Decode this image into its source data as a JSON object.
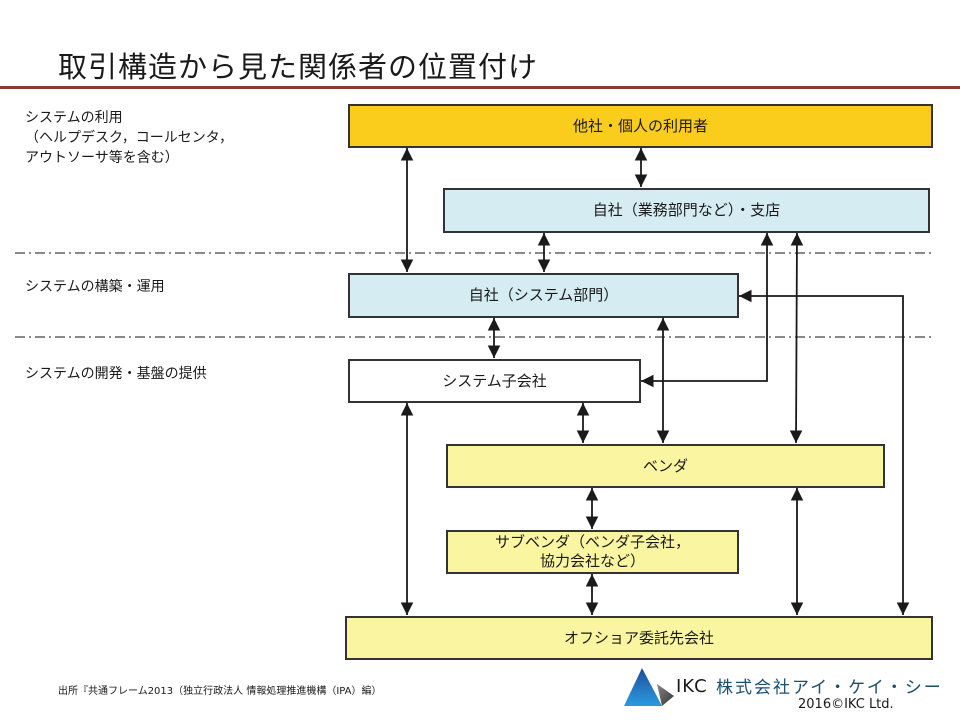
{
  "slide": {
    "title": "取引構造から見た関係者の位置付け",
    "colors": {
      "title_rule": "#8E3A33",
      "gold": "#FACC1C",
      "light_blue": "#D4ECF2",
      "white": "#FFFFFF",
      "light_yellow": "#FAF5A0",
      "line": "#1a1a1a"
    }
  },
  "layers": [
    {
      "id": "use",
      "lines": [
        "システムの利用",
        "（ヘルプデスク，コールセンタ，",
        "アウトソーサ等を含む）"
      ]
    },
    {
      "id": "build",
      "lines": [
        "システムの構築・運用"
      ]
    },
    {
      "id": "develop",
      "lines": [
        "システムの開発・基盤の提供"
      ]
    }
  ],
  "nodes": [
    {
      "id": "users",
      "lines": [
        "他社・個人の利用者"
      ],
      "fill": "gold"
    },
    {
      "id": "business",
      "lines": [
        "自社（業務部門など）・支店"
      ],
      "fill": "light_blue"
    },
    {
      "id": "sysdept",
      "lines": [
        "自社（システム部門）"
      ],
      "fill": "light_blue"
    },
    {
      "id": "subsidiary",
      "lines": [
        "システム子会社"
      ],
      "fill": "white"
    },
    {
      "id": "vendor",
      "lines": [
        "ベンダ"
      ],
      "fill": "light_yellow"
    },
    {
      "id": "subvendor",
      "lines": [
        "サブベンダ（ベンダ子会社，",
        "協力会社など）"
      ],
      "fill": "light_yellow"
    },
    {
      "id": "offshore",
      "lines": [
        "オフショア委託先会社"
      ],
      "fill": "light_yellow"
    }
  ],
  "edges": [
    {
      "from": "users",
      "to": "sysdept",
      "direction": "both"
    },
    {
      "from": "users",
      "to": "business",
      "direction": "both"
    },
    {
      "from": "business",
      "to": "sysdept",
      "direction": "both"
    },
    {
      "from": "sysdept",
      "to": "subsidiary",
      "direction": "both"
    },
    {
      "from": "subsidiary",
      "to": "business",
      "direction": "both"
    },
    {
      "from": "business",
      "to": "vendor",
      "direction": "both"
    },
    {
      "from": "sysdept",
      "to": "vendor",
      "direction": "both"
    },
    {
      "from": "sysdept",
      "to": "offshore",
      "direction": "both"
    },
    {
      "from": "subsidiary",
      "to": "offshore",
      "direction": "both"
    },
    {
      "from": "subsidiary",
      "to": "vendor",
      "direction": "both"
    },
    {
      "from": "vendor",
      "to": "subvendor",
      "direction": "both"
    },
    {
      "from": "subvendor",
      "to": "offshore",
      "direction": "both"
    },
    {
      "from": "vendor",
      "to": "offshore",
      "direction": "both"
    }
  ],
  "footer": {
    "source": "出所『共通フレーム2013（独立行政法人 情報処理推進機構（IPA）編）",
    "logo_text": "IKC",
    "company": "株式会社アイ・ケイ・シー",
    "copyright": "2016©IKC Ltd."
  }
}
